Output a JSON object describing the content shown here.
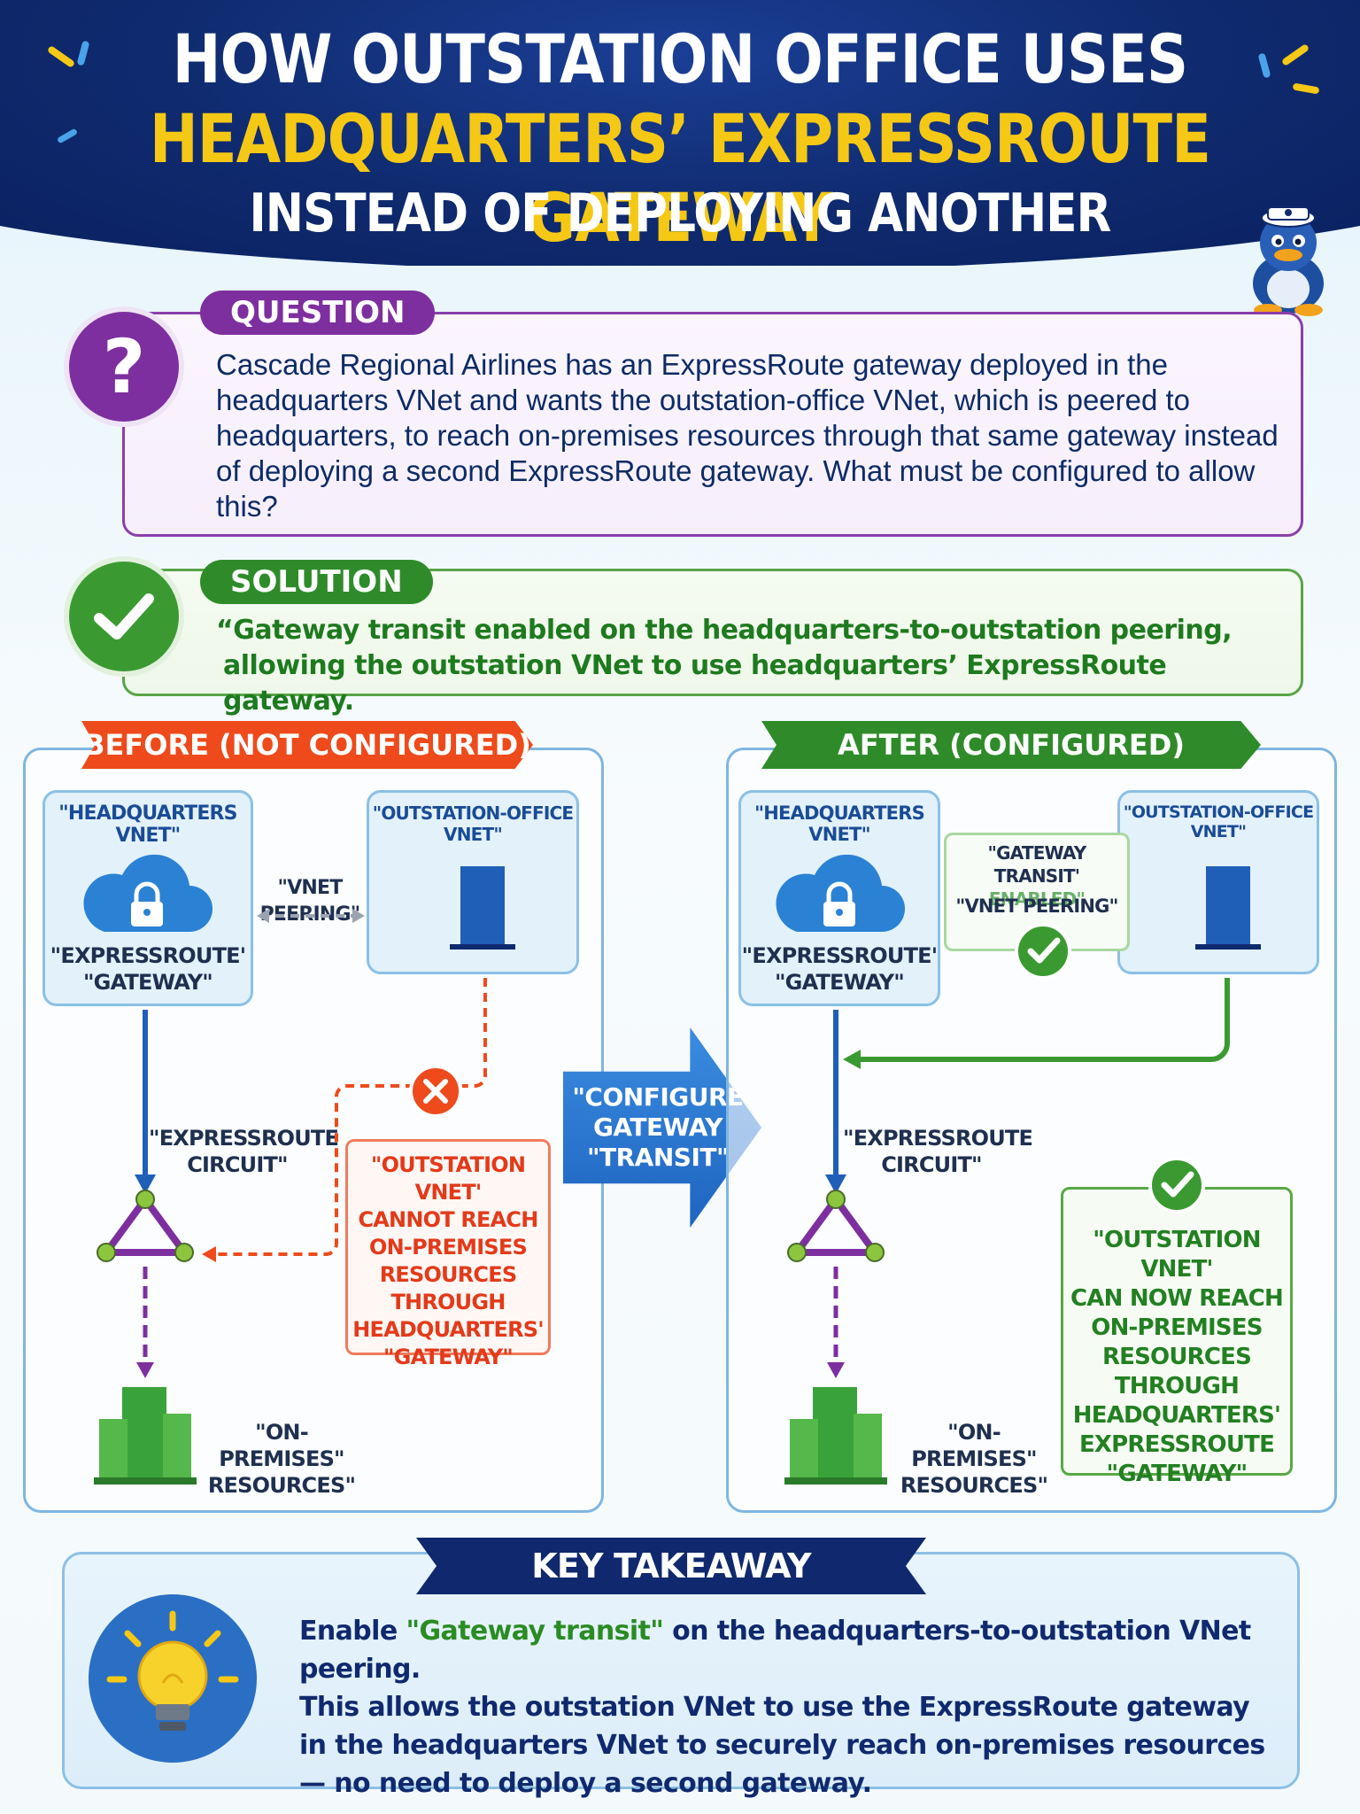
{
  "header": {
    "line1": "HOW OUTSTATION OFFICE USES",
    "line2": "HEADQUARTERS’ EXPRESSROUTE GATEWAY",
    "line3": "INSTEAD OF DEPLOYING ANOTHER"
  },
  "question": {
    "label": "QUESTION",
    "icon": "?",
    "text": "Cascade Regional Airlines has an ExpressRoute gateway deployed in the headquarters VNet and wants the outstation-office VNet, which is peered to headquarters, to reach on-premises resources through that same gateway instead of deploying a second ExpressRoute gateway. What must be configured to allow this?"
  },
  "solution": {
    "label": "SOLUTION",
    "line1": "“Gateway transit enabled on the headquarters-to-outstation peering,",
    "line2": "allowing the outstation VNet to use headquarters’ ExpressRoute gateway."
  },
  "before": {
    "title": "BEFORE (NOT CONFIGURED)",
    "hq_vnet": "\"HEADQUARTERS VNET\"",
    "out_vnet": "\"OUTSTATION-OFFICE VNET\"",
    "peering": "\"VNET PEERING\"",
    "gateway_1": "\"EXPRESSROUTE'",
    "gateway_2": "\"GATEWAY\"",
    "circuit_1": "\"EXPRESSROUTE",
    "circuit_2": "CIRCUIT\"",
    "onprem_1": "\"ON-PREMISES\"",
    "onprem_2": "RESOURCES\"",
    "fail_lines": [
      "\"OUTSTATION VNET'",
      "CANNOT REACH",
      "ON-PREMISES",
      "RESOURCES",
      "THROUGH",
      "HEADQUARTERS'",
      "\"GATEWAY\""
    ]
  },
  "center_arrow": {
    "lines": [
      "\"CONFIGURE",
      "GATEWAY",
      "\"TRANSIT\""
    ]
  },
  "after": {
    "title": "AFTER (CONFIGURED)",
    "hq_vnet": "\"HEADQUARTERS VNET\"",
    "out_vnet": "\"OUTSTATION-OFFICE VNET\"",
    "transit_1": "\"GATEWAY TRANSIT'",
    "transit_2": "ENABLED\"",
    "peering": "\"VNET PEERING\"",
    "gateway_1": "\"EXPRESSROUTE'",
    "gateway_2": "\"GATEWAY\"",
    "circuit_1": "\"EXPRESSROUTE",
    "circuit_2": "CIRCUIT\"",
    "onprem_1": "\"ON-PREMISES\"",
    "onprem_2": "RESOURCES\"",
    "success_lines": [
      "\"OUTSTATION VNET'",
      "CAN NOW REACH",
      "ON-PREMISES",
      "RESOURCES",
      "THROUGH",
      "HEADQUARTERS'",
      "EXPRESSROUTE",
      "\"GATEWAY\""
    ]
  },
  "takeaway": {
    "title": "KEY TAKEAWAY",
    "l1_pre": "Enable ",
    "l1_hl": "\"Gateway transit\"",
    "l1_post": " on the headquarters-to-outstation VNet peering.",
    "l2": "This allows the outstation VNet to use the ExpressRoute gateway",
    "l3": "in the headquarters VNet to securely reach on-premises resources",
    "l4": "— no need to deploy a second gateway."
  },
  "colors": {
    "navy": "#0f2a6e",
    "yellow": "#f5c815",
    "purple": "#7d2f9f",
    "green": "#2f8b2a",
    "red": "#ee4a1b",
    "blue": "#2a6fc4"
  },
  "icons": [
    "question-mark-icon",
    "check-icon",
    "cloud-lock-icon",
    "office-building-icon",
    "triangle-circuit-icon",
    "green-buildings-icon",
    "x-fail-icon",
    "lightbulb-icon",
    "duck-mascot-icon"
  ]
}
